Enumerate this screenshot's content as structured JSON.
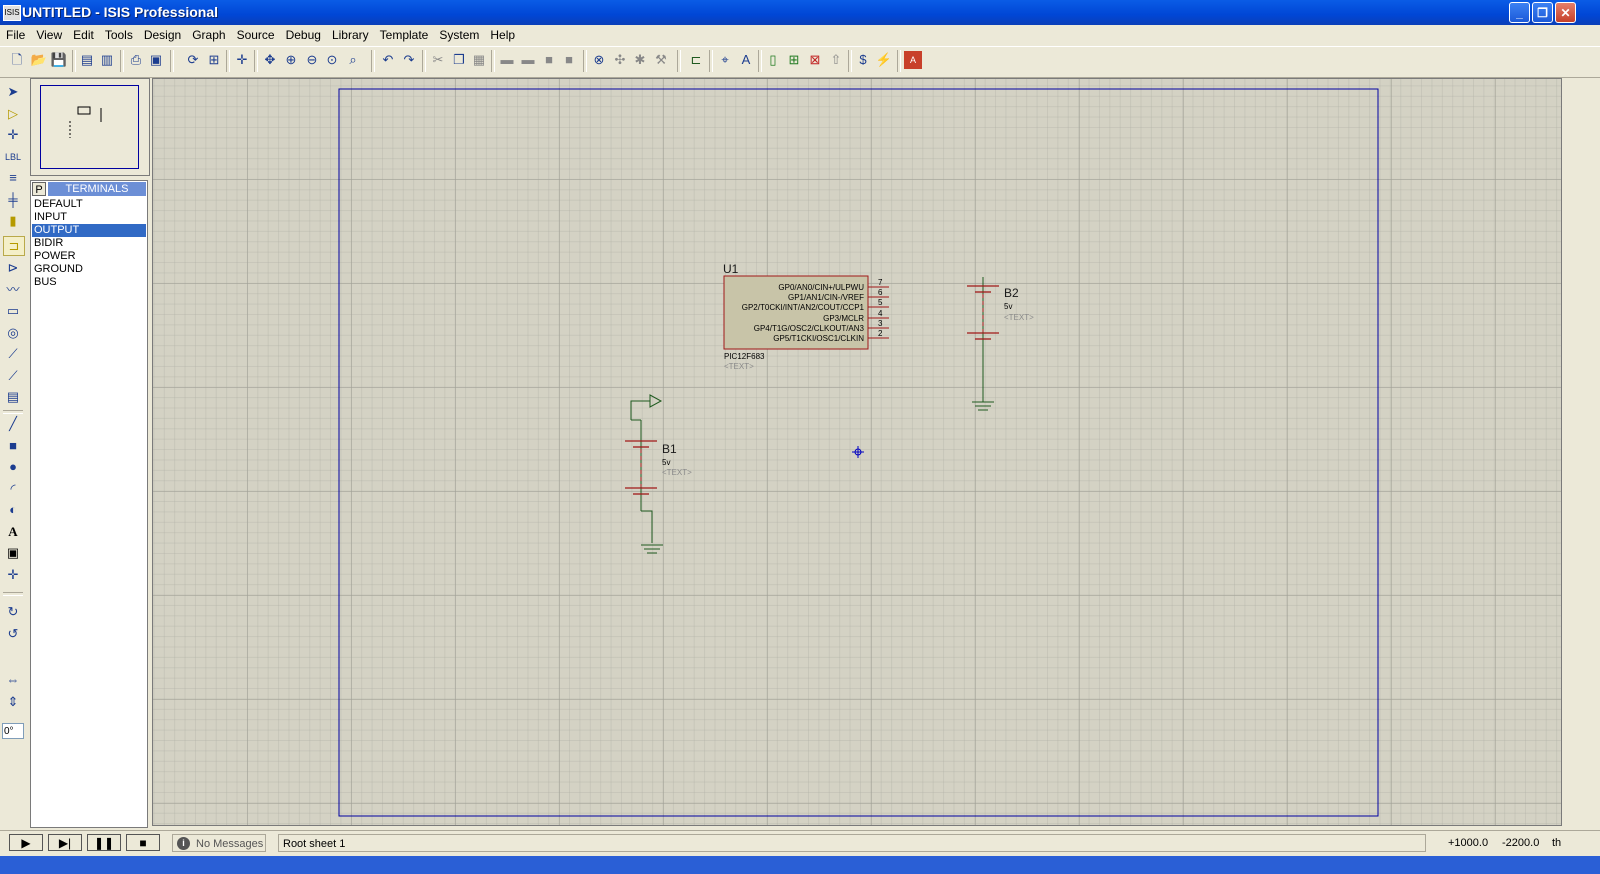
{
  "window": {
    "app_icon": "ISIS",
    "title": "UNTITLED - ISIS Professional",
    "minimize_glyph": "_",
    "maximize_glyph": "❐",
    "close_glyph": "✕"
  },
  "menu": [
    "File",
    "View",
    "Edit",
    "Tools",
    "Design",
    "Graph",
    "Source",
    "Debug",
    "Library",
    "Template",
    "System",
    "Help"
  ],
  "toolbar_icons": [
    "new-file",
    "open-file",
    "save-file",
    "import-section",
    "export-section",
    "print",
    "print-area",
    "refresh",
    "grid-toggle",
    "origin",
    "pan",
    "zoom-in",
    "zoom-out",
    "zoom-all",
    "zoom-area",
    "undo",
    "redo",
    "cut",
    "copy",
    "paste",
    "block-copy",
    "block-move",
    "block-rotate",
    "block-delete",
    "pick-device",
    "make-device",
    "packaging-tool",
    "decompose",
    "wire-autorouter",
    "search-tag",
    "property-assignment",
    "new-sheet",
    "add-sheet",
    "remove-sheet",
    "exit-to-parent",
    "bill-of-materials",
    "electrical-rules-check",
    "netlist-to-ares"
  ],
  "left_tools": [
    "selection-mode",
    "component-mode",
    "junction-dot",
    "wire-label",
    "text-script",
    "buses",
    "subcircuit",
    "terminals",
    "device-pins",
    "graph",
    "tape-recorder",
    "generator",
    "voltage-probe",
    "current-probe",
    "virtual-instruments",
    "line-2d",
    "box-2d",
    "circle-2d",
    "arc-2d",
    "path-2d",
    "text-2d",
    "symbol-2d",
    "markers-2d",
    "rotate-clockwise",
    "rotate-anticlockwise",
    "mirror-x",
    "mirror-y"
  ],
  "rotation_angle": "0°",
  "selector": {
    "p_button": "P",
    "header": "TERMINALS",
    "items": [
      "DEFAULT",
      "INPUT",
      "OUTPUT",
      "BIDIR",
      "POWER",
      "GROUND",
      "BUS"
    ],
    "selected": "OUTPUT"
  },
  "schematic": {
    "u1": {
      "ref": "U1",
      "part": "PIC12F683",
      "text": "<TEXT>",
      "pins": [
        {
          "name": "GP0/AN0/CIN+/ULPWU",
          "num": "7"
        },
        {
          "name": "GP1/AN1/CIN-/VREF",
          "num": "6"
        },
        {
          "name": "GP2/T0CKI/INT/AN2/COUT/CCP1",
          "num": "5"
        },
        {
          "name": "GP3/MCLR",
          "num": "4"
        },
        {
          "name": "GP4/T1G/OSC2/CLKOUT/AN3",
          "num": "3"
        },
        {
          "name": "GP5/T1CKI/OSC1/CLKIN",
          "num": "2"
        }
      ]
    },
    "b1": {
      "ref": "B1",
      "value": "5v",
      "text": "<TEXT>"
    },
    "b2": {
      "ref": "B2",
      "value": "5v",
      "text": "<TEXT>"
    }
  },
  "status": {
    "play_glyph": "▶",
    "step_glyph": "▶|",
    "pause_glyph": "❚❚",
    "stop_glyph": "■",
    "info_glyph": "i",
    "messages": "No Messages",
    "sheet": "Root sheet 1",
    "coord_x": "+1000.0",
    "coord_y": "-2200.0",
    "units": "th"
  },
  "colors": {
    "titlebar": "#0a5ce6",
    "canvas": "#d4d2c4",
    "sheet_border": "#0000a0",
    "component_fill": "#c8c4a8",
    "component_outline": "#a01818",
    "wire": "#1f5a1f",
    "selection": "#316ac5"
  }
}
